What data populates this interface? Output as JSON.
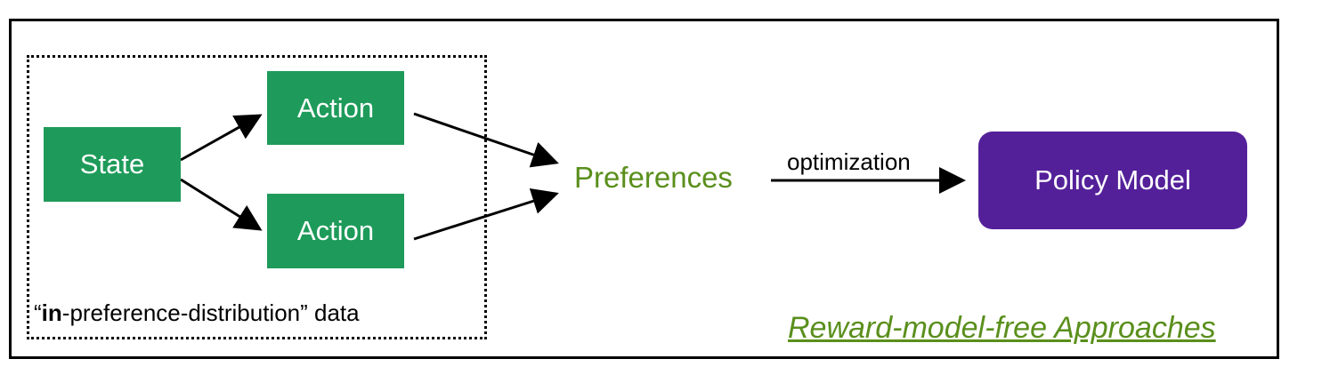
{
  "nodes": {
    "state": "State",
    "action_top": "Action",
    "action_bottom": "Action",
    "preferences": "Preferences",
    "policy_model": "Policy Model"
  },
  "edge_labels": {
    "optimization": "optimization"
  },
  "data_caption": {
    "open_quote": "“",
    "bold": "in",
    "rest": "-preference-distribution” data"
  },
  "footer": {
    "approach": "Reward-model-free Approaches"
  },
  "colors": {
    "node_green": "#1e9b5a",
    "text_green": "#5a8f1c",
    "policy_purple": "#54209a"
  }
}
